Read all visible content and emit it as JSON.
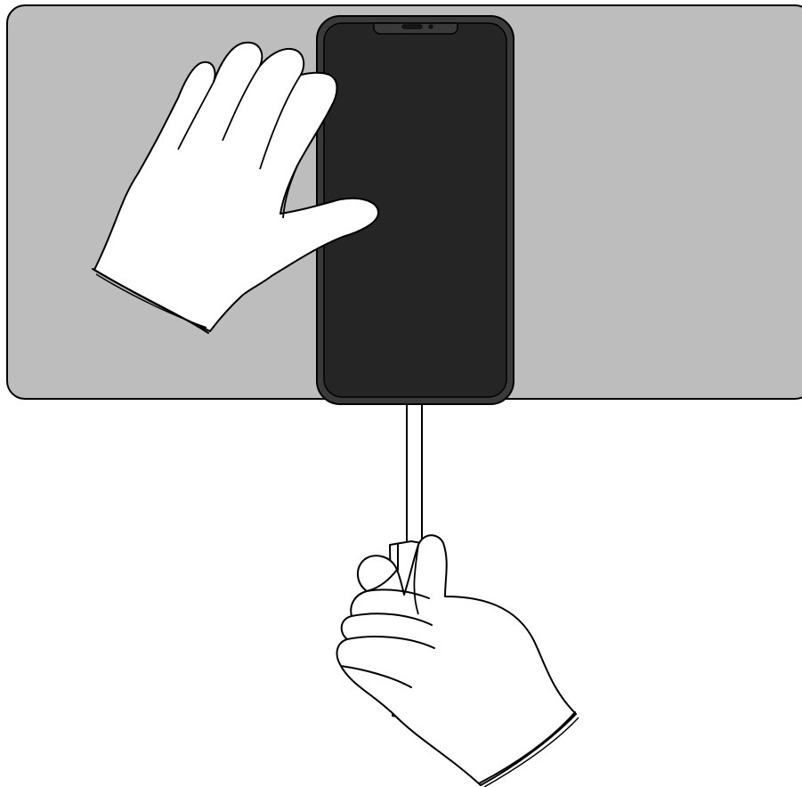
{
  "illustration": {
    "subject": "phone-repair-step",
    "elements": [
      "work-mat",
      "smartphone",
      "left-gloved-hand",
      "right-gloved-hand",
      "screwdriver"
    ]
  },
  "colors": {
    "background": "#ffffff",
    "mat": "#bdbdbd",
    "phone_frame": "#3a3a3a",
    "phone_screen": "#252525",
    "glove": "#ffffff",
    "outline": "#000000"
  }
}
